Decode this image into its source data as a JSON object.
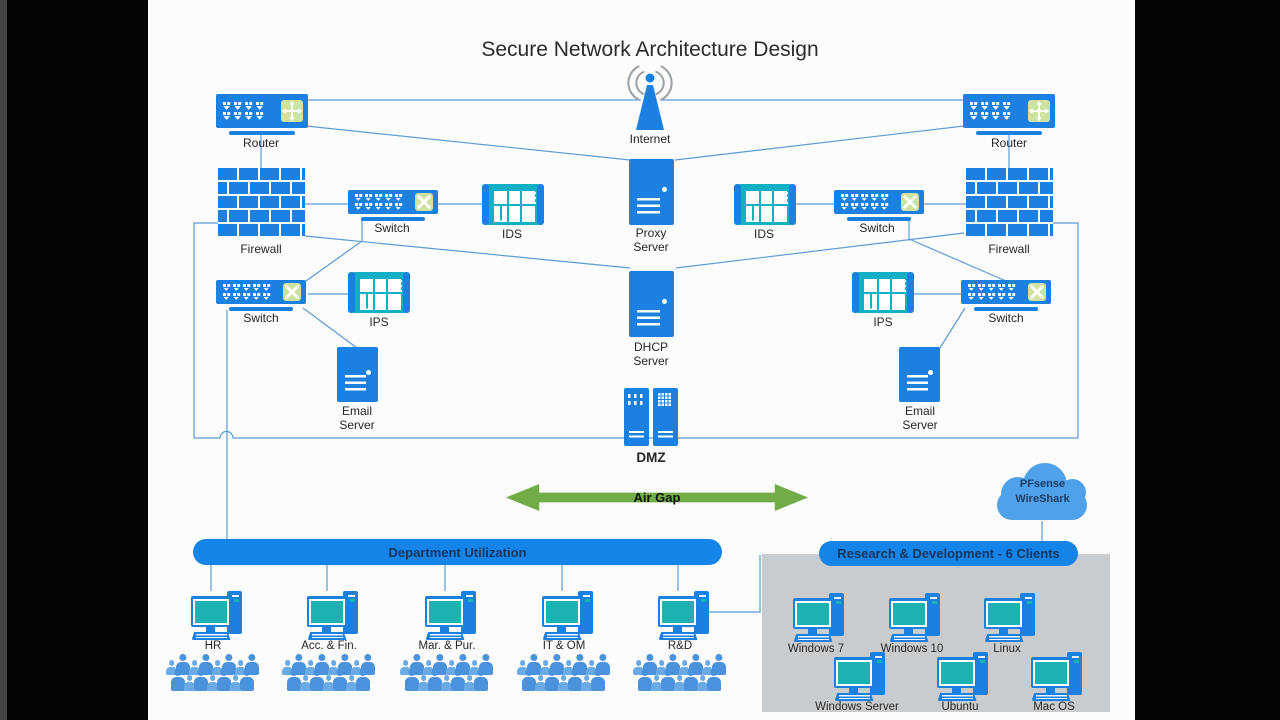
{
  "title": "Secure Network Architecture Design",
  "diagram": {
    "nodes": [
      {
        "id": "internet",
        "label": "Internet",
        "icon": "antenna-icon"
      },
      {
        "id": "router-left",
        "label": "Router",
        "icon": "router-icon"
      },
      {
        "id": "router-right",
        "label": "Router",
        "icon": "router-icon"
      },
      {
        "id": "firewall-left",
        "label": "Firewall",
        "icon": "firewall-icon"
      },
      {
        "id": "firewall-right",
        "label": "Firewall",
        "icon": "firewall-icon"
      },
      {
        "id": "switch-upper-left",
        "label": "Switch",
        "icon": "switch-icon"
      },
      {
        "id": "ids-left",
        "label": "IDS",
        "icon": "appliance-icon"
      },
      {
        "id": "proxy-server",
        "label": "Proxy Server",
        "icon": "server-icon"
      },
      {
        "id": "ids-right",
        "label": "IDS",
        "icon": "appliance-icon"
      },
      {
        "id": "switch-upper-right",
        "label": "Switch",
        "icon": "switch-icon"
      },
      {
        "id": "switch-lower-left",
        "label": "Switch",
        "icon": "switch-icon"
      },
      {
        "id": "ips-left",
        "label": "IPS",
        "icon": "appliance-icon"
      },
      {
        "id": "dhcp-server",
        "label": "DHCP Server",
        "icon": "server-icon"
      },
      {
        "id": "ips-right",
        "label": "IPS",
        "icon": "appliance-icon"
      },
      {
        "id": "switch-lower-right",
        "label": "Switch",
        "icon": "switch-icon"
      },
      {
        "id": "email-server-left",
        "label": "Email Server",
        "icon": "server-icon"
      },
      {
        "id": "email-server-right",
        "label": "Email Server",
        "icon": "server-icon"
      },
      {
        "id": "dmz",
        "label": "DMZ",
        "icon": "server-rack-icon"
      }
    ],
    "air_gap_label": "Air Gap",
    "cloud": {
      "lines": [
        "PFsense",
        "WireShark"
      ]
    },
    "department_bar": "Department Utilization",
    "rnd_bar": "Research & Development - 6 Clients",
    "departments": [
      {
        "label": "HR"
      },
      {
        "label": "Acc. & Fin."
      },
      {
        "label": "Mar. & Pur."
      },
      {
        "label": "IT & OM"
      },
      {
        "label": "R&D"
      }
    ],
    "rnd_clients": [
      "Windows 7",
      "Windows 10",
      "Linux",
      "Windows Server",
      "Ubuntu",
      "Mac OS"
    ],
    "colors": {
      "device_blue": "#1a80e2",
      "appliance_teal": "#12b0c4",
      "screen_teal": "#1cb2b2",
      "line_blue": "#5b9bd5",
      "pill_blue": "#1584e8",
      "air_gap_green": "#70ad47",
      "cloud_blue": "#4fa2e9",
      "panel_gray": "#c9cccf",
      "people_blue": "#4a92dc"
    }
  }
}
